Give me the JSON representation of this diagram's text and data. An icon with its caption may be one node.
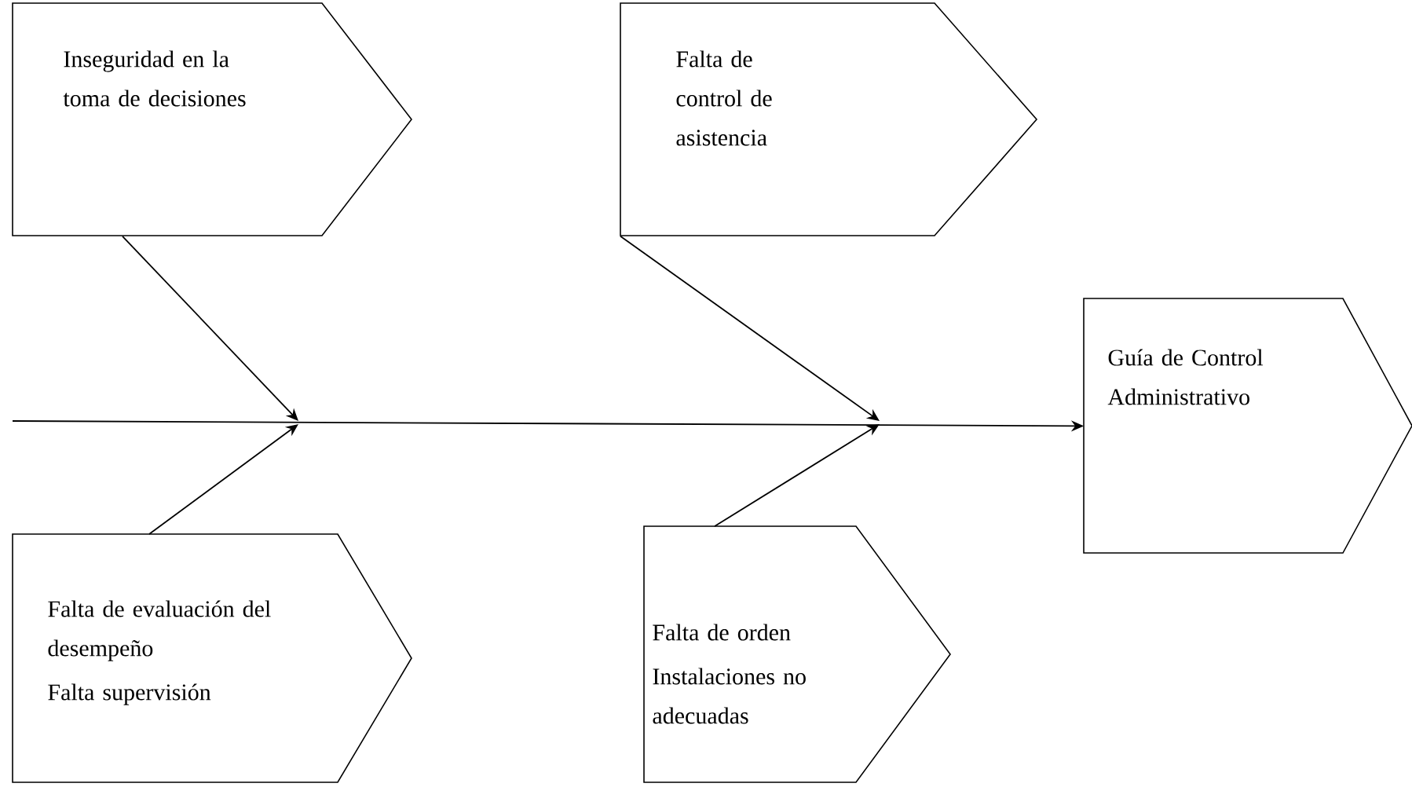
{
  "diagram": {
    "nodes": [
      {
        "text": [
          "Inseguridad en la toma de decisiones"
        ]
      },
      {
        "text": [
          "Falta de control de asistencia"
        ]
      },
      {
        "text": [
          "Falta de evaluación del desempeño",
          "Falta supervisión"
        ]
      },
      {
        "text": [
          "Falta de orden",
          "Instalaciones no adecuadas"
        ]
      },
      {
        "text": [
          "Guía de Control Administrativo"
        ]
      }
    ],
    "edges": [
      {
        "from": null,
        "to": 4,
        "arrow": "to"
      },
      {
        "from": 0,
        "to": null,
        "arrow": "to"
      },
      {
        "from": 1,
        "to": null,
        "arrow": "to"
      },
      {
        "from": 2,
        "to": null,
        "arrow": "to"
      },
      {
        "from": 3,
        "to": null,
        "arrow": "to"
      }
    ]
  }
}
